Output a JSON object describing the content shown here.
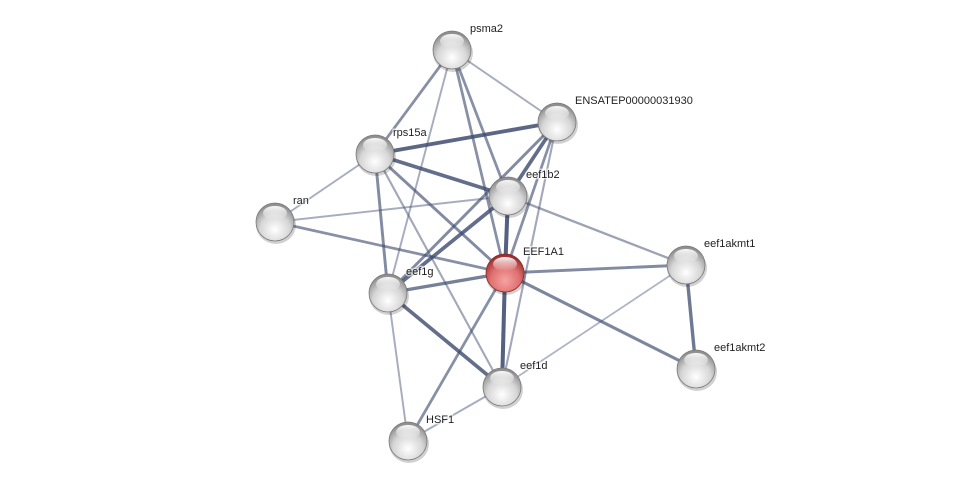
{
  "network": {
    "query_node": "EEF1A1",
    "nodes": [
      {
        "id": "psma2",
        "label": "psma2"
      },
      {
        "id": "ENSATEP00000031930",
        "label": "ENSATEP00000031930"
      },
      {
        "id": "rps15a",
        "label": "rps15a"
      },
      {
        "id": "eef1b2",
        "label": "eef1b2"
      },
      {
        "id": "ran",
        "label": "ran"
      },
      {
        "id": "EEF1A1",
        "label": "EEF1A1"
      },
      {
        "id": "eef1akmt1",
        "label": "eef1akmt1"
      },
      {
        "id": "eef1g",
        "label": "eef1g"
      },
      {
        "id": "eef1akmt2",
        "label": "eef1akmt2"
      },
      {
        "id": "eef1d",
        "label": "eef1d"
      },
      {
        "id": "HSF1",
        "label": "HSF1"
      }
    ],
    "edges": [
      {
        "source": "psma2",
        "target": "rps15a",
        "strength": 0.55
      },
      {
        "source": "psma2",
        "target": "ENSATEP00000031930",
        "strength": 0.3
      },
      {
        "source": "psma2",
        "target": "eef1b2",
        "strength": 0.55
      },
      {
        "source": "psma2",
        "target": "EEF1A1",
        "strength": 0.55
      },
      {
        "source": "psma2",
        "target": "eef1g",
        "strength": 0.3
      },
      {
        "source": "rps15a",
        "target": "ENSATEP00000031930",
        "strength": 0.9
      },
      {
        "source": "rps15a",
        "target": "eef1b2",
        "strength": 0.85
      },
      {
        "source": "rps15a",
        "target": "EEF1A1",
        "strength": 0.6
      },
      {
        "source": "rps15a",
        "target": "ran",
        "strength": 0.3
      },
      {
        "source": "rps15a",
        "target": "eef1g",
        "strength": 0.6
      },
      {
        "source": "rps15a",
        "target": "eef1d",
        "strength": 0.35
      },
      {
        "source": "ENSATEP00000031930",
        "target": "eef1b2",
        "strength": 0.85
      },
      {
        "source": "ENSATEP00000031930",
        "target": "EEF1A1",
        "strength": 0.55
      },
      {
        "source": "ENSATEP00000031930",
        "target": "eef1g",
        "strength": 0.6
      },
      {
        "source": "ENSATEP00000031930",
        "target": "eef1d",
        "strength": 0.35
      },
      {
        "source": "eef1b2",
        "target": "EEF1A1",
        "strength": 0.95
      },
      {
        "source": "eef1b2",
        "target": "eef1g",
        "strength": 0.85
      },
      {
        "source": "eef1b2",
        "target": "ran",
        "strength": 0.3
      },
      {
        "source": "eef1b2",
        "target": "eef1akmt1",
        "strength": 0.4
      },
      {
        "source": "ran",
        "target": "EEF1A1",
        "strength": 0.55
      },
      {
        "source": "EEF1A1",
        "target": "eef1akmt1",
        "strength": 0.6
      },
      {
        "source": "EEF1A1",
        "target": "eef1akmt2",
        "strength": 0.65
      },
      {
        "source": "EEF1A1",
        "target": "eef1g",
        "strength": 0.7
      },
      {
        "source": "EEF1A1",
        "target": "eef1d",
        "strength": 0.95
      },
      {
        "source": "EEF1A1",
        "target": "HSF1",
        "strength": 0.55
      },
      {
        "source": "eef1g",
        "target": "eef1d",
        "strength": 0.85
      },
      {
        "source": "eef1g",
        "target": "HSF1",
        "strength": 0.3
      },
      {
        "source": "eef1d",
        "target": "HSF1",
        "strength": 0.3
      },
      {
        "source": "eef1d",
        "target": "eef1akmt1",
        "strength": 0.25
      },
      {
        "source": "eef1akmt1",
        "target": "eef1akmt2",
        "strength": 0.75
      }
    ],
    "colors": {
      "query": "#e06a6a",
      "node": "#d8d8d8",
      "edge": "#3c4a6e"
    }
  }
}
